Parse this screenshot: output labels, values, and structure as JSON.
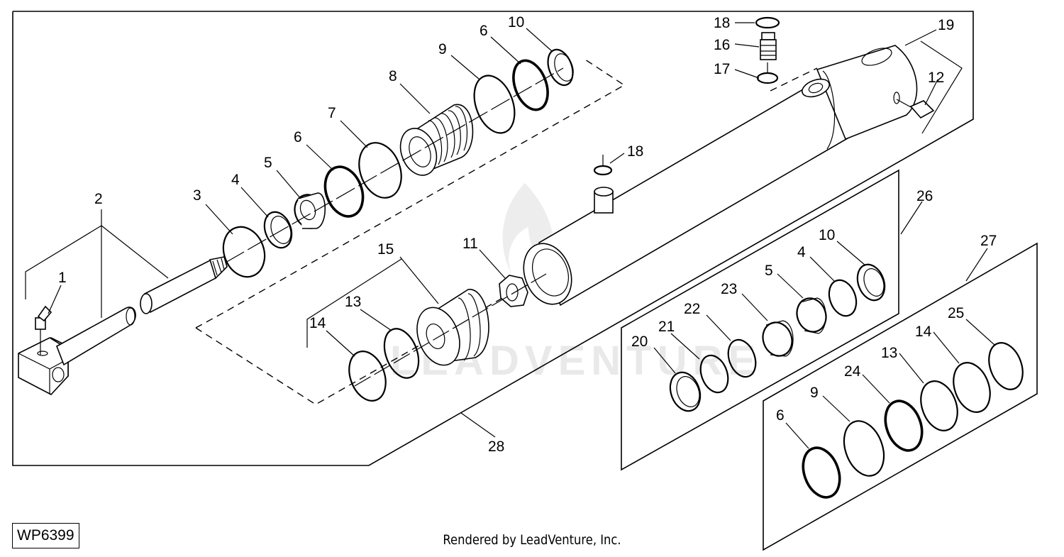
{
  "diagram": {
    "id_label": "WP6399",
    "credit": "Rendered by LeadVenture, Inc.",
    "watermark": "LEADVENTURE",
    "subject": "hydraulic cylinder exploded parts view",
    "callouts": {
      "c1": "1",
      "c2": "2",
      "c3": "3",
      "c4a": "4",
      "c5a": "5",
      "c6a": "6",
      "c7": "7",
      "c8": "8",
      "c9a": "9",
      "c6b": "6",
      "c10a": "10",
      "c18a": "18",
      "c16": "16",
      "c17": "17",
      "c19": "19",
      "c12": "12",
      "c18b": "18",
      "c15": "15",
      "c11": "11",
      "c13a": "13",
      "c14a": "14",
      "c28": "28",
      "c26": "26",
      "c10b": "10",
      "c4b": "4",
      "c5b": "5",
      "c23": "23",
      "c22": "22",
      "c21": "21",
      "c20": "20",
      "c27": "27",
      "c25": "25",
      "c14b": "14",
      "c13b": "13",
      "c24": "24",
      "c9b": "9",
      "c6c": "6"
    }
  }
}
